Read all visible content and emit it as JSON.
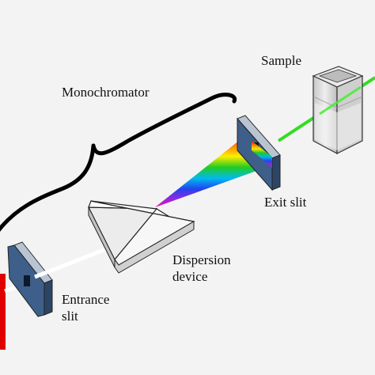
{
  "labels": {
    "sample": "Sample",
    "monochromator": "Monochromator",
    "exit_slit": "Exit slit",
    "dispersion_line1": "Dispersion",
    "dispersion_line2": "device",
    "entrance_line1": "Entrance",
    "entrance_line2": "slit"
  },
  "colors": {
    "background": "#f3f3f3",
    "slit_plate": "#3d5f8a",
    "source_bar": "#e00000",
    "white_beam": "#ffffff",
    "green_beam": "#33dd22",
    "prism": "#ffffff",
    "cuvette": "#d8d8d8"
  },
  "spectrum_colors": [
    "#ff0000",
    "#ff8000",
    "#ffee00",
    "#22cc22",
    "#00bbee",
    "#2244ee",
    "#8a2be2",
    "#ff00aa"
  ]
}
